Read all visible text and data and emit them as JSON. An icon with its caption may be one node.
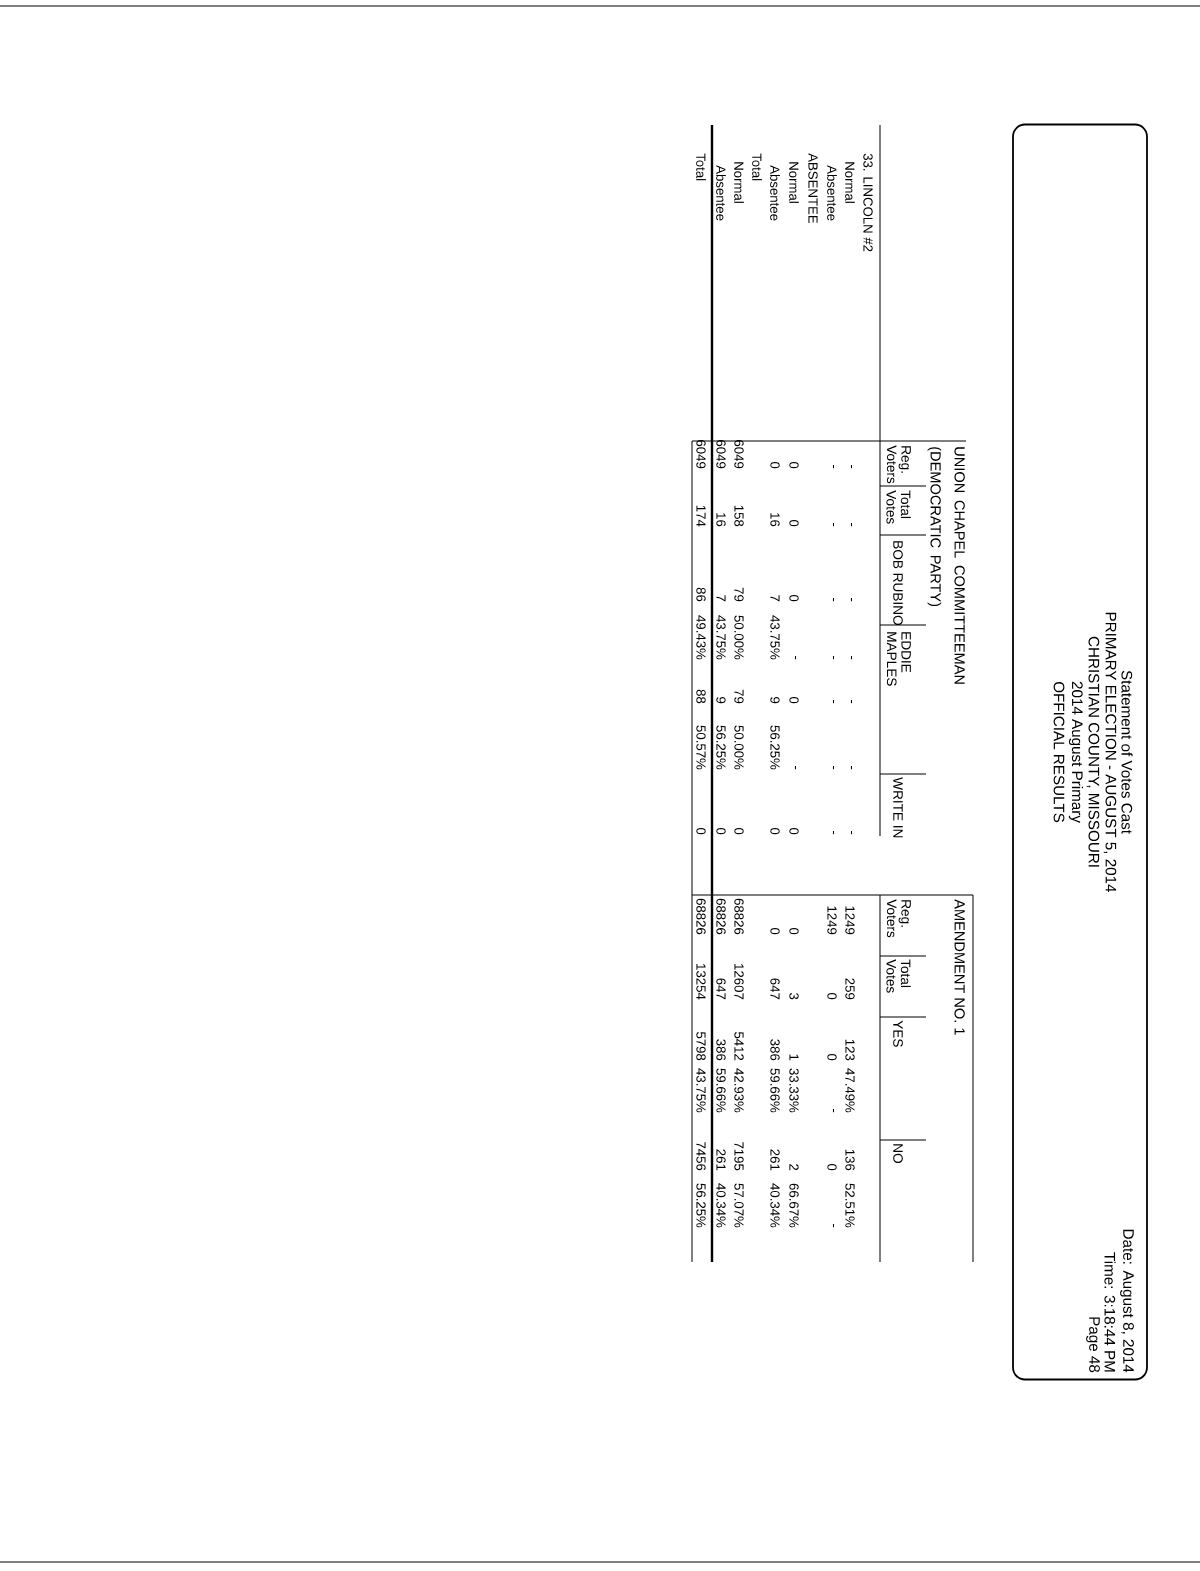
{
  "diagram": {
    "nodes": [
      {
        "text": [
          "Statement of Votes Cast",
          "PRIMARY ELECTION - AUGUST 5, 2014",
          "CHRISTIAN COUNTY, MISSOURI",
          "2014 August Primary",
          "OFFICIAL RESULTS",
          "Date: August 8, 2014",
          "Time: 3:18:44 PM",
          "Page 48"
        ]
      }
    ],
    "labels": [
      "UNION CHAPEL COMMITTEEMAN (DEMOCRATIC PARTY)",
      "AMENDMENT NO. 1",
      "Reg. Voters",
      "Total Votes",
      "BOB RUBINO",
      "EDDIE MAPLES",
      "WRITE IN",
      "Reg. Voters",
      "Total Votes",
      "YES",
      "NO",
      "33. LINCOLN #2",
      "Normal",
      "-",
      "-",
      "-",
      "-",
      "-",
      "-",
      "-",
      "1249",
      "259",
      "123",
      "47.49%",
      "136",
      "52.51%",
      "Absentee",
      "-",
      "-",
      "-",
      "-",
      "-",
      "-",
      "-",
      "1249",
      "0",
      "0",
      "-",
      "0",
      "-",
      "ABSENTEE",
      "Normal",
      "0",
      "0",
      "0",
      "-",
      "0",
      "-",
      "0",
      "0",
      "3",
      "1",
      "33.33%",
      "2",
      "66.67%",
      "Absentee",
      "0",
      "16",
      "7",
      "43.75%",
      "9",
      "56.25%",
      "0",
      "0",
      "647",
      "386",
      "59.66%",
      "261",
      "40.34%",
      "Total",
      "Normal",
      "6049",
      "158",
      "79",
      "50.00%",
      "79",
      "50.00%",
      "0",
      "68826",
      "12607",
      "5412",
      "42.93%",
      "7195",
      "57.07%",
      "Absentee",
      "6049",
      "16",
      "7",
      "43.75%",
      "9",
      "56.25%",
      "0",
      "68826",
      "647",
      "386",
      "59.66%",
      "261",
      "40.34%",
      "Total",
      "6049",
      "174",
      "86",
      "49.43%",
      "88",
      "50.57%",
      "0",
      "68826",
      "13254",
      "5798",
      "43.75%",
      "7456",
      "56.25%"
    ]
  }
}
